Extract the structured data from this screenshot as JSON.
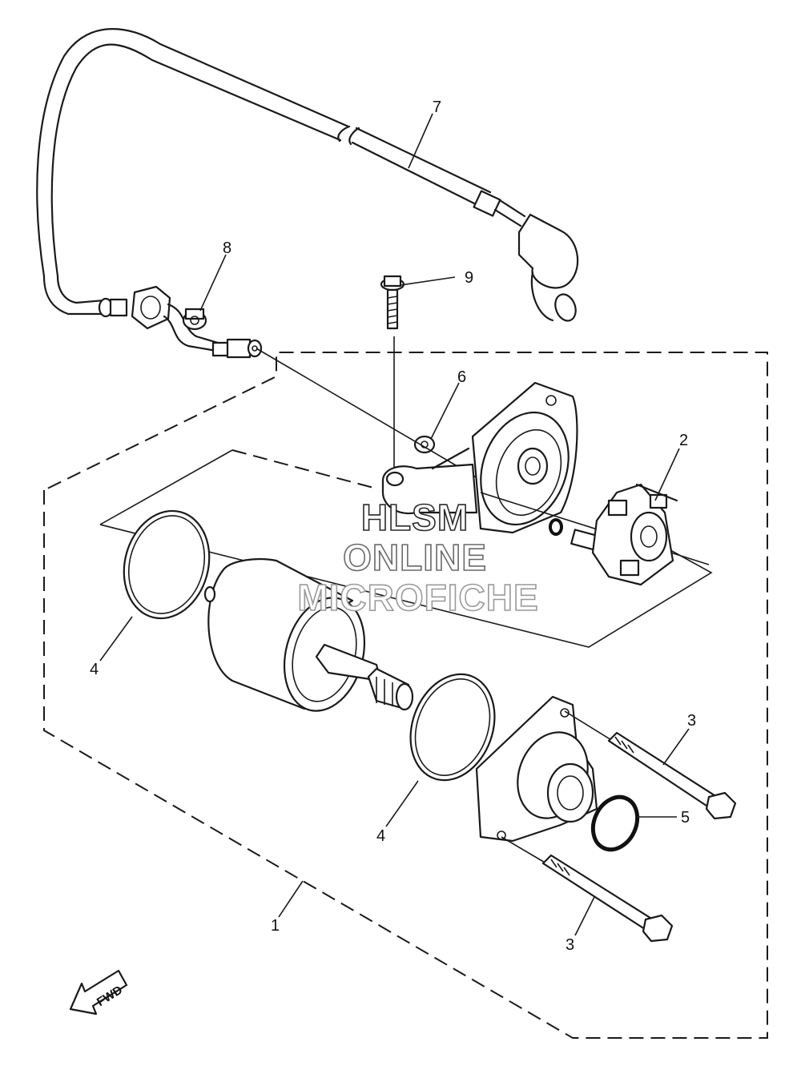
{
  "callouts": {
    "c1": "1",
    "c2": "2",
    "c3a": "3",
    "c3b": "3",
    "c4a": "4",
    "c4b": "4",
    "c5": "5",
    "c6": "6",
    "c7": "7",
    "c8": "8",
    "c9": "9"
  },
  "watermark": {
    "line1": "HLSM",
    "line2": "ONLINE",
    "line3": "MICROFICHE"
  },
  "fwd_badge": "FWD"
}
